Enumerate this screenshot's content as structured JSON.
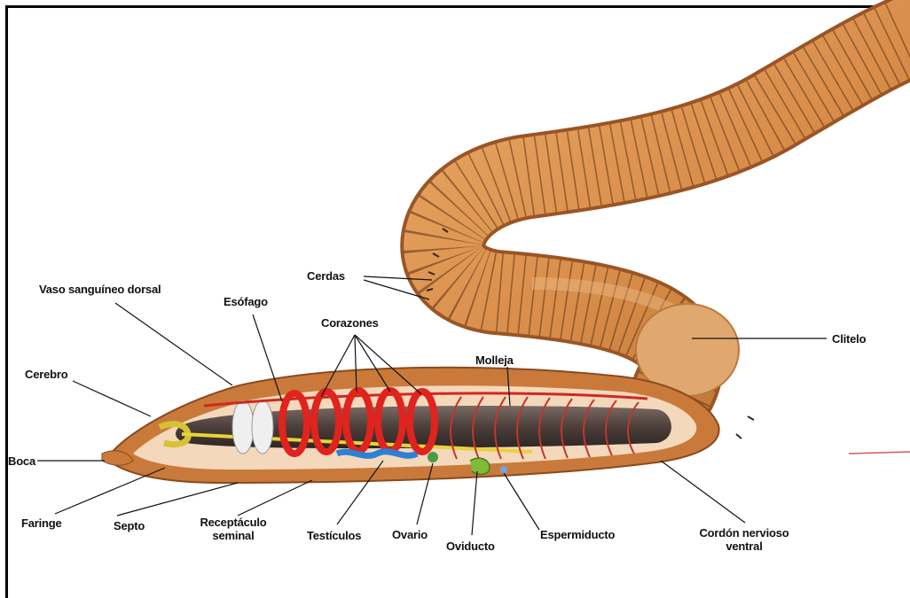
{
  "labels": {
    "cerdas": "Cerdas",
    "vaso": "Vaso sanguíneo dorsal",
    "esofago": "Esófago",
    "corazones": "Corazones",
    "molleja": "Molleja",
    "clitelo": "Clitelo",
    "cerebro": "Cerebro",
    "boca": "Boca",
    "faringe": "Faringe",
    "septo": "Septo",
    "receptaculo_1": "Receptáculo",
    "receptaculo_2": "seminal",
    "testiculos": "Testículos",
    "ovario": "Ovario",
    "oviducto": "Oviducto",
    "espermiducto": "Espermiducto",
    "cordon_1": "Cordón nervioso",
    "cordon_2": "ventral"
  },
  "colors": {
    "body": "#d98e4a",
    "body_dark": "#a5602a",
    "heart": "#e0231c",
    "gut": "#5a4a46",
    "testes": "#2f7fd4",
    "nerve": "#e8d23a"
  }
}
